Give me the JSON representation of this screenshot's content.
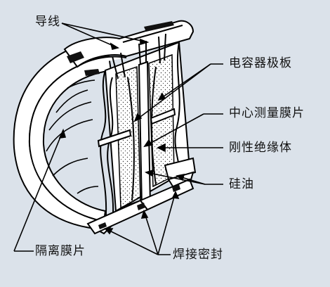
{
  "diagram": {
    "labels": {
      "lead_wire": "导线",
      "capacitor_plate": "电容器极板",
      "center_diaphragm": "中心测量膜片",
      "rigid_insulator": "刚性绝缘体",
      "silicone_oil": "硅油",
      "isolation_diaphragm": "隔离膜片",
      "welded_seal": "焊接密封"
    }
  }
}
